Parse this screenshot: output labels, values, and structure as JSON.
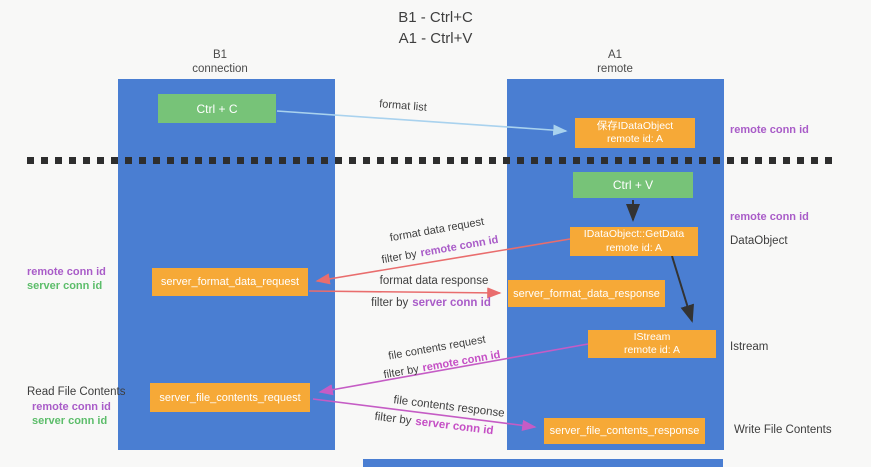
{
  "title": {
    "line1": "B1 - Ctrl+C",
    "line2": "A1 - Ctrl+V"
  },
  "lifelines": {
    "left": {
      "name": "B1",
      "role": "connection"
    },
    "right": {
      "name": "A1",
      "role": "remote"
    }
  },
  "nodes": {
    "ctrl_c": {
      "label": "Ctrl + C"
    },
    "save_dataobject": {
      "line1": "保存IDataObject",
      "line2": "remote id: A"
    },
    "ctrl_v": {
      "label": "Ctrl + V"
    },
    "getdata": {
      "line1": "IDataObject::GetData",
      "line2": "remote id: A"
    },
    "format_request": {
      "label": "server_format_data_request"
    },
    "format_response": {
      "label": "server_format_data_response"
    },
    "istream": {
      "line1": "IStream",
      "line2": "remote id: A"
    },
    "file_request": {
      "label": "server_file_contents_request"
    },
    "file_response": {
      "label": "server_file_contents_response"
    }
  },
  "edges": {
    "format_list": {
      "label": "format list"
    },
    "format_data_request": {
      "label": "format data request",
      "filter_prefix": "filter by",
      "filter_key": "remote conn id"
    },
    "format_data_response": {
      "label": "format data response",
      "filter_prefix": "filter by",
      "filter_key": "server conn id"
    },
    "file_contents_request": {
      "label": "file contents request",
      "filter_prefix": "filter by",
      "filter_key": "remote conn id"
    },
    "file_contents_response": {
      "label": "file contents response",
      "filter_prefix": "filter by",
      "filter_key": "server conn id"
    }
  },
  "annotations": {
    "right_top_conn_id": "remote conn id",
    "right_mid_conn_id": "remote conn id",
    "dataobject": "DataObject",
    "istream": "Istream",
    "write_file_contents": "Write File Contents",
    "left_remote_conn_id": "remote conn id",
    "left_server_conn_id": "server conn id",
    "read_file_contents": "Read File Contents",
    "left_bottom_remote_conn_id": "remote conn id",
    "left_bottom_server_conn_id": "server conn id"
  },
  "colors": {
    "lifeline_blue": "#4a7ed2",
    "action_green": "#77c378",
    "message_orange": "#f6a937",
    "arrow_light_blue": "#a9d2ee",
    "arrow_salmon": "#e96d6d",
    "arrow_magenta": "#c55cc5",
    "conn_id_purple": "#a95cc8",
    "conn_id_green": "#5cbd6a",
    "text_dark": "#3d3d3d"
  }
}
